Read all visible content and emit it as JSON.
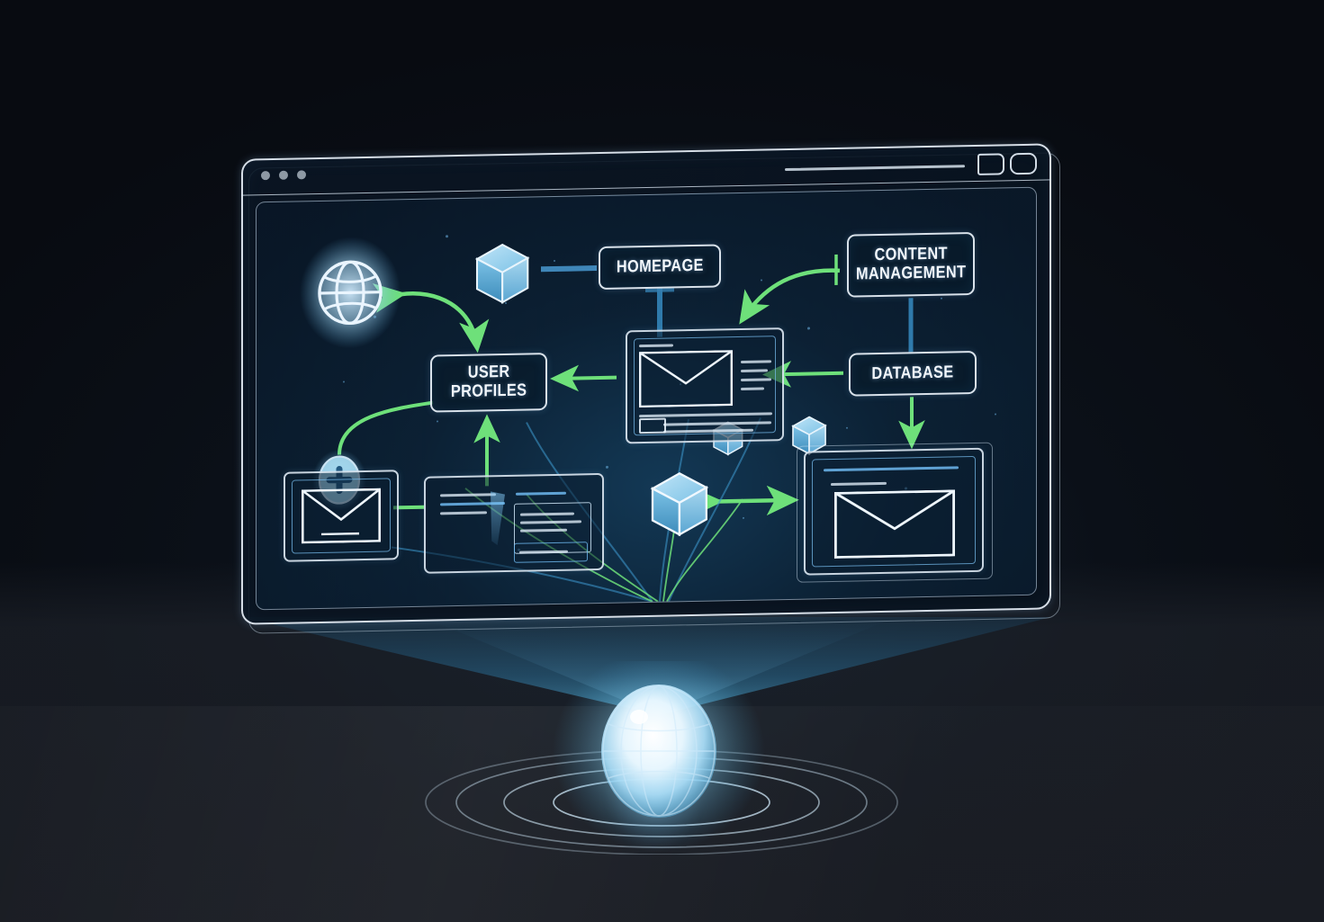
{
  "scene": {
    "title": "Holographic website architecture diagram",
    "background_color": "#0a0d14",
    "accent_green": "#6ee07a",
    "accent_blue": "#58a8dc",
    "outline_white": "#ecf4fc"
  },
  "browser": {
    "traffic_lights": [
      "dot-1",
      "dot-2",
      "dot-3"
    ],
    "url_bar_value": "",
    "window_controls": [
      "restore-control",
      "maximize-control"
    ]
  },
  "nodes": [
    {
      "id": "homepage",
      "label": "HOMEPAGE",
      "lines": [
        "HOMEPAGE"
      ]
    },
    {
      "id": "cms",
      "label": "CONTENT MANAGEMENT",
      "lines": [
        "CONTENT",
        "MANAGEMENT"
      ]
    },
    {
      "id": "users",
      "label": "USER PROFILES",
      "lines": [
        "USER",
        "PROFILES"
      ]
    },
    {
      "id": "database",
      "label": "DATABASE",
      "lines": [
        "DATABASE"
      ]
    }
  ],
  "icons": [
    {
      "name": "globe-icon",
      "label": "globe"
    },
    {
      "name": "plus-badge-icon",
      "label": "add"
    },
    {
      "name": "cube-icon-homepage",
      "label": "module cube"
    },
    {
      "name": "cube-icon-small-a",
      "label": "module cube"
    },
    {
      "name": "cube-icon-small-b",
      "label": "module cube"
    },
    {
      "name": "cube-icon-large",
      "label": "module cube"
    },
    {
      "name": "envelope-icon-center",
      "label": "mail"
    },
    {
      "name": "envelope-icon-left",
      "label": "mail"
    },
    {
      "name": "envelope-icon-bottom-right",
      "label": "mail"
    },
    {
      "name": "projector-orb-icon",
      "label": "hologram projector globe"
    }
  ],
  "connectors": [
    {
      "name": "homepage-to-cube",
      "color": "#3f86b8",
      "style": "line"
    },
    {
      "name": "homepage-to-preview",
      "color": "#2f7aab",
      "style": "line"
    },
    {
      "name": "cms-to-preview",
      "color": "#6ee07a",
      "style": "curved-arrow"
    },
    {
      "name": "globe-to-user-profiles",
      "color": "#6ee07a",
      "style": "curved-double-arrow"
    },
    {
      "name": "preview-to-user-profiles",
      "color": "#6ee07a",
      "style": "arrow-left"
    },
    {
      "name": "database-to-preview",
      "color": "#6ee07a",
      "style": "arrow-left"
    },
    {
      "name": "cms-to-database",
      "color": "#2f7aab",
      "style": "line"
    },
    {
      "name": "database-to-mail-card",
      "color": "#6ee07a",
      "style": "arrow-down"
    },
    {
      "name": "cube-to-mail-card",
      "color": "#6ee07a",
      "style": "double-arrow"
    },
    {
      "name": "doc-card-to-user-profiles",
      "color": "#6ee07a",
      "style": "arrow-up"
    },
    {
      "name": "mail-card-to-doc-card",
      "color": "#6ee07a",
      "style": "line"
    },
    {
      "name": "plus-badge-to-user-profiles",
      "color": "#6ee07a",
      "style": "curve"
    }
  ],
  "panels": [
    {
      "name": "content-preview-panel",
      "contains": [
        "envelope-icon-center",
        "text-lines",
        "action-button"
      ]
    },
    {
      "name": "mail-card-left",
      "contains": [
        "envelope-icon-left"
      ]
    },
    {
      "name": "document-layout-card",
      "contains": [
        "text-lines",
        "sub-panel"
      ]
    },
    {
      "name": "mail-card-bottom-right",
      "contains": [
        "envelope-icon-bottom-right"
      ]
    }
  ]
}
